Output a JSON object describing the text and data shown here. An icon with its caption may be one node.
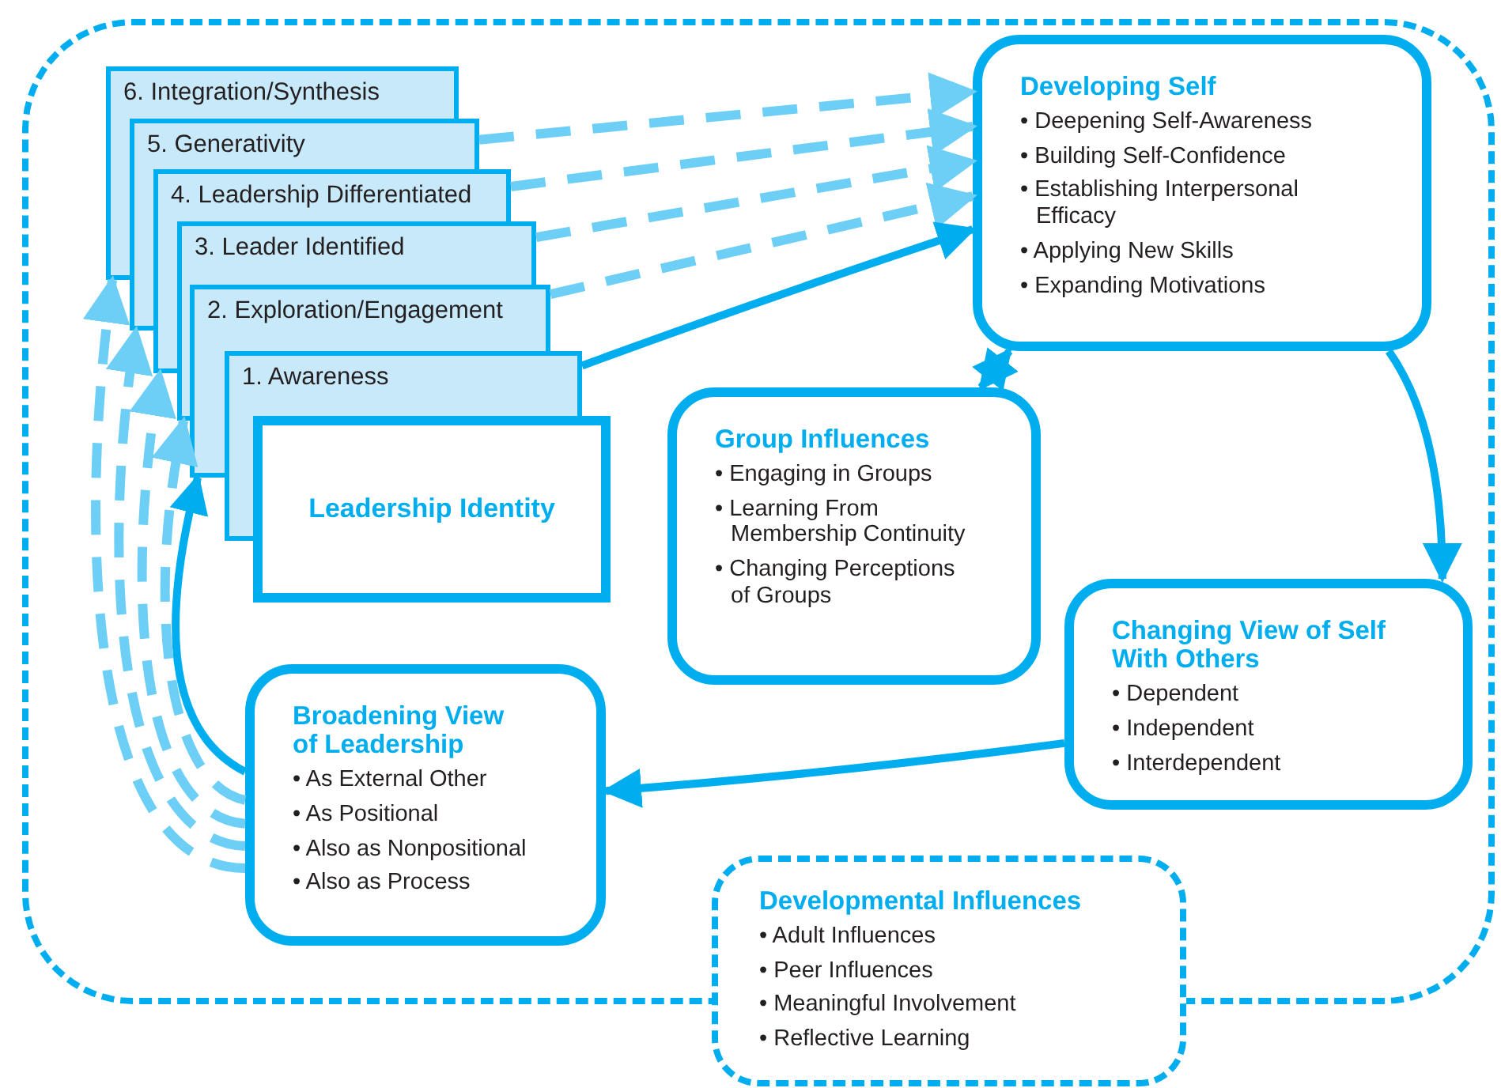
{
  "diagram": {
    "nodes": [
      {
        "text": [],
        "shape": "box"
      },
      {
        "text": [
          "6. Integration/Synthesis"
        ],
        "in": 0
      },
      {
        "text": [
          "5. Generativity"
        ],
        "in": 0
      },
      {
        "text": [
          "4. Leadership Differentiated"
        ],
        "in": 0
      },
      {
        "text": [
          "3. Leader Identified"
        ],
        "in": 0
      },
      {
        "text": [
          "2. Exploration/Engagement"
        ],
        "in": 0
      },
      {
        "text": [
          "1. Awareness"
        ],
        "in": 0
      },
      {
        "text": [
          "Leadership Identity"
        ],
        "in": 0
      },
      {
        "text": [
          "Developing Self",
          "• Deepening Self-Awareness",
          "• Building Self-Confidence",
          "• Establishing Interpersonal Efficacy",
          "• Applying New Skills",
          "• Expanding Motivations"
        ],
        "in": 0
      },
      {
        "text": [
          "Group Influences",
          "• Engaging in Groups",
          "• Learning From Membership Continuity",
          "• Changing Perceptions of Groups"
        ],
        "in": 0
      },
      {
        "text": [
          "Changing View of Self With Others",
          "• Dependent",
          "• Independent",
          "• Interdependent"
        ],
        "in": 0
      },
      {
        "text": [
          "Broadening View of Leadership",
          "• As External Other",
          "• As Positional",
          "• Also as Nonpositional",
          "• Also as Process"
        ],
        "in": 0
      },
      {
        "text": [
          "Developmental Influences",
          "• Adult Influences",
          "• Peer Influences",
          "• Meaningful Involvement",
          "• Reflective Learning"
        ]
      }
    ],
    "edges": [
      {
        "from": 2,
        "to": 8,
        "arrow": "to",
        "style": "dashed"
      },
      {
        "from": 3,
        "to": 8,
        "arrow": "to",
        "style": "dashed"
      },
      {
        "from": 4,
        "to": 8,
        "arrow": "to",
        "style": "dashed"
      },
      {
        "from": 5,
        "to": 8,
        "arrow": "to",
        "style": "dashed"
      },
      {
        "from": 6,
        "to": 8,
        "arrow": "to",
        "color": "#00aeef"
      },
      {
        "from": 9,
        "to": 8,
        "arrow": "both",
        "color": "#00aeef"
      },
      {
        "from": 8,
        "to": 10,
        "arrow": "to",
        "color": "#00aeef"
      },
      {
        "from": 10,
        "to": 11,
        "arrow": "to",
        "color": "#00aeef"
      },
      {
        "from": 11,
        "to": 5,
        "arrow": "to",
        "color": "#00aeef"
      },
      {
        "from": 11,
        "to": 4,
        "arrow": "to",
        "style": "dashed"
      },
      {
        "from": 11,
        "to": 3,
        "arrow": "to",
        "style": "dashed"
      },
      {
        "from": 11,
        "to": 2,
        "arrow": "to",
        "style": "dashed"
      },
      {
        "from": 11,
        "to": 1,
        "arrow": "to",
        "style": "dashed"
      }
    ]
  }
}
